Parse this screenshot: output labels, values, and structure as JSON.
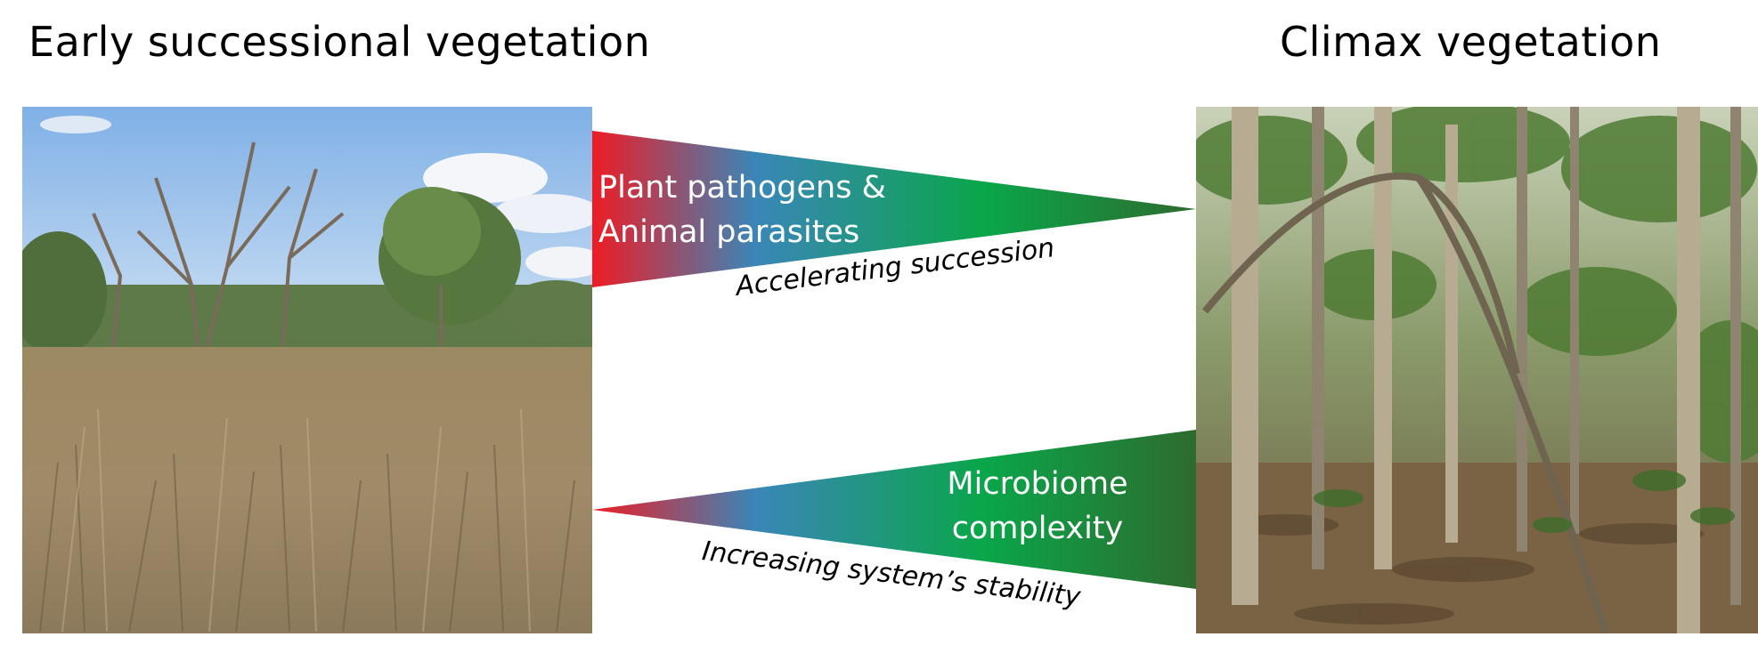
{
  "headings": {
    "left": "Early successional vegetation",
    "right": "Climax vegetation"
  },
  "photos": {
    "left": {
      "icon": "savanna-photo"
    },
    "right": {
      "icon": "forest-photo"
    }
  },
  "wedges": {
    "top": {
      "line1": "Plant pathogens &",
      "line2": "Animal parasites",
      "caption": "Accelerating succession"
    },
    "bottom": {
      "line1": "Microbiome",
      "line2": "complexity",
      "caption": "Increasing system’s stability"
    }
  },
  "colors": {
    "red": "#ee1c24",
    "blue": "#3a86b8",
    "green": "#0aa64a",
    "dark_green": "#2e6b2e"
  }
}
